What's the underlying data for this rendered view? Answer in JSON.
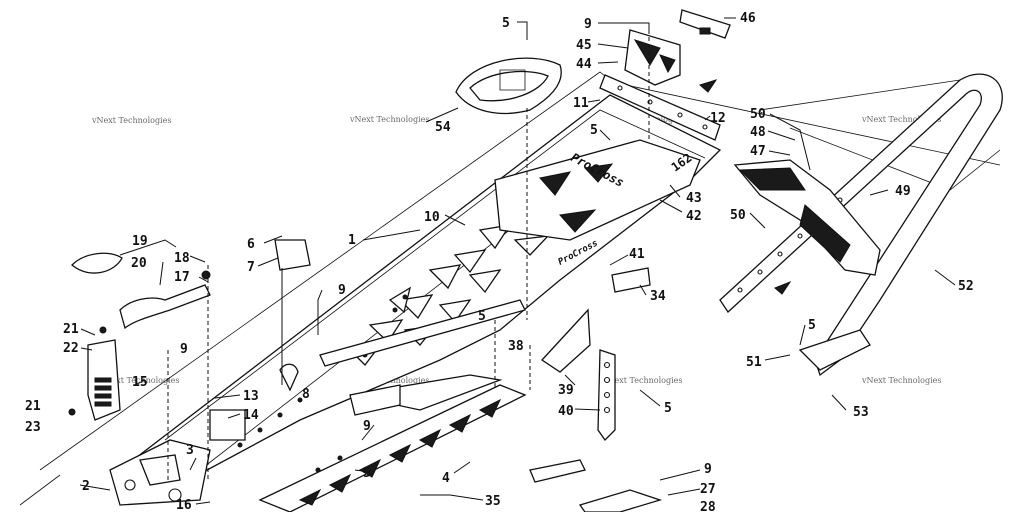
{
  "callouts": [
    "1",
    "2",
    "3",
    "4",
    "5",
    "6",
    "7",
    "8",
    "9",
    "10",
    "11",
    "12",
    "13",
    "14",
    "15",
    "16",
    "17",
    "18",
    "19",
    "20",
    "21",
    "22",
    "23",
    "27",
    "28",
    "34",
    "35",
    "38",
    "39",
    "40",
    "41",
    "42",
    "43",
    "44",
    "45",
    "46",
    "47",
    "48",
    "49",
    "50",
    "51",
    "52",
    "53",
    "54"
  ],
  "watermark": "vNext Technologies",
  "tunnel_graphic": {
    "brand": "ProCross",
    "size": "162"
  },
  "icons": [
    "direction-arrow-icon"
  ]
}
